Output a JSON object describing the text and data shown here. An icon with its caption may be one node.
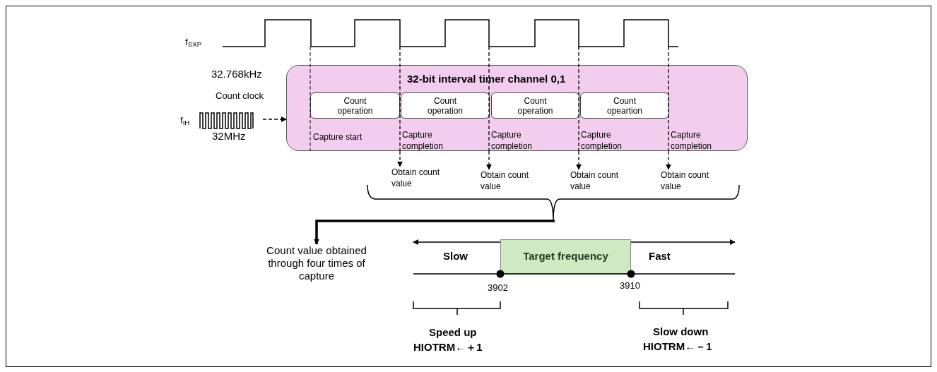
{
  "diagram": {
    "nodes": [
      {
        "text": [
          "32-bit interval timer channel 0,1"
        ]
      },
      {
        "text": [
          "Count operation"
        ],
        "in": 0
      },
      {
        "text": [
          "Count operation"
        ],
        "in": 0
      },
      {
        "text": [
          "Count operation"
        ],
        "in": 0
      },
      {
        "text": [
          "Count opeartion"
        ],
        "in": 0
      },
      {
        "text": [
          "Obtain count value"
        ]
      },
      {
        "text": [
          "Obtain count value"
        ]
      },
      {
        "text": [
          "Obtain count value"
        ]
      },
      {
        "text": [
          "Obtain count value"
        ]
      },
      {
        "text": [
          "Count value obtained through four times of capture"
        ]
      },
      {
        "text": [
          "Target frequency"
        ]
      },
      {
        "text": [],
        "shape": "brace"
      }
    ],
    "edges": [
      {
        "from": null,
        "to": 0,
        "arrow": "to",
        "style": "dashed"
      },
      {
        "from": 0,
        "to": 5,
        "arrow": "to",
        "style": "dashed"
      },
      {
        "from": 0,
        "to": 6,
        "arrow": "to",
        "style": "dashed"
      },
      {
        "from": 0,
        "to": 7,
        "arrow": "to",
        "style": "dashed"
      },
      {
        "from": 0,
        "to": 8,
        "arrow": "to",
        "style": "dashed"
      },
      {
        "from": 11,
        "to": 9,
        "arrow": "to",
        "style": "thick"
      }
    ],
    "labels": [
      "f$_{SXP}$",
      "32.768kHz",
      "Count clock",
      "f$_{IH}$",
      "32MHz",
      "Capture start",
      "Capture completion",
      "Capture completion",
      "Capture completion",
      "Capture completion",
      "Slow",
      "Fast",
      "3902",
      "3910",
      "Speed up",
      "HIOTRM←＋1",
      "Slow down",
      "HIOTRM←－1"
    ]
  }
}
